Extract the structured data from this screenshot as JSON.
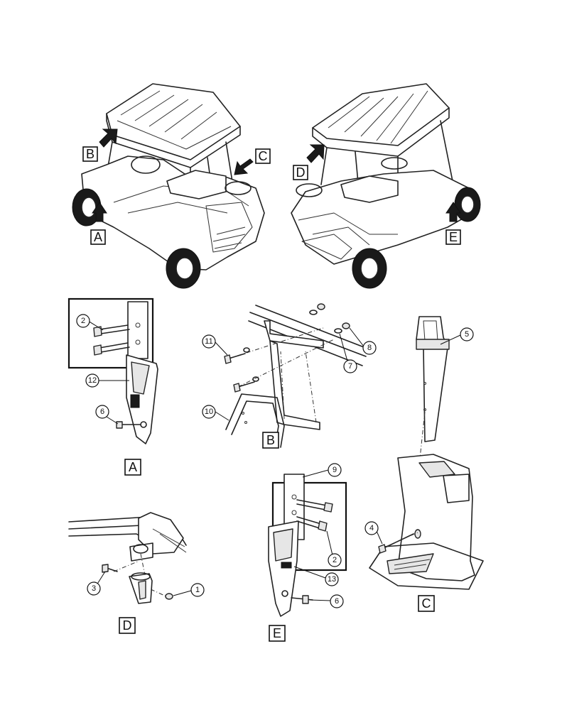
{
  "overview": {
    "left_arrows": [
      "B",
      "C",
      "A"
    ],
    "right_arrows": [
      "D",
      "E"
    ]
  },
  "details": {
    "A": {
      "label": "A",
      "callouts": [
        "2",
        "12",
        "6"
      ]
    },
    "B": {
      "label": "B",
      "callouts": [
        "11",
        "8",
        "7",
        "10"
      ]
    },
    "C": {
      "label": "C",
      "callouts": [
        "5",
        "4"
      ]
    },
    "D": {
      "label": "D",
      "callouts": [
        "3",
        "1"
      ]
    },
    "E": {
      "label": "E",
      "callouts": [
        "9",
        "2",
        "13",
        "6"
      ]
    }
  },
  "colors": {
    "line": "#222222",
    "background": "#ffffff",
    "arrow": "#1a1a1a"
  }
}
